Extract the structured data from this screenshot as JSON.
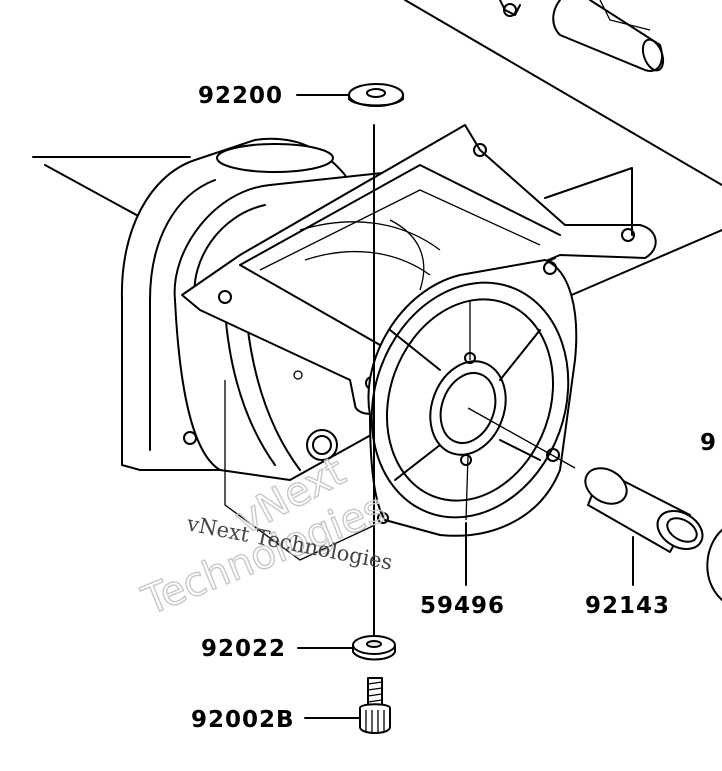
{
  "parts": [
    {
      "id": "p92200",
      "number": "92200"
    },
    {
      "id": "p92022",
      "number": "92022"
    },
    {
      "id": "p92002B",
      "number": "92002B"
    },
    {
      "id": "p59496",
      "number": "59496"
    },
    {
      "id": "p92143",
      "number": "92143"
    },
    {
      "id": "p_cut",
      "number": "9"
    }
  ],
  "watermark": {
    "text": "vNext Technologies",
    "outline_line1": "vNext",
    "outline_line2": "Technologies"
  }
}
